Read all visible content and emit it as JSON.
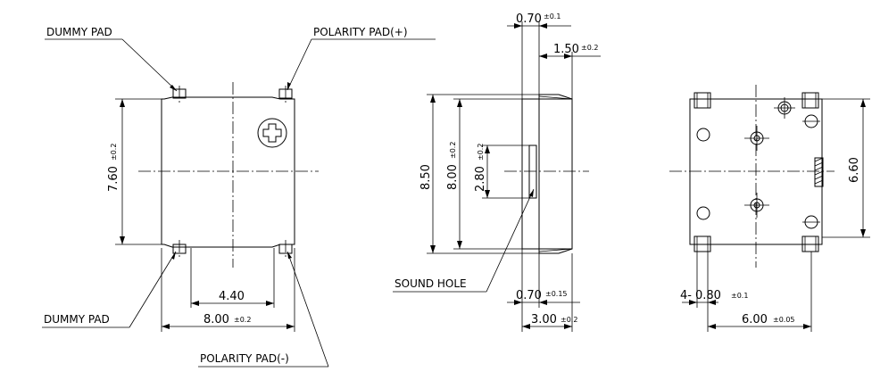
{
  "labels": {
    "dummy_pad_top": "DUMMY PAD",
    "polarity_pad_plus": "POLARITY PAD(+)",
    "dummy_pad_bottom": "DUMMY PAD",
    "polarity_pad_minus": "POLARITY PAD(-)",
    "sound_hole": "SOUND HOLE"
  },
  "dimensions": {
    "front": {
      "height": {
        "value": "7.60",
        "tol": "±0.2"
      },
      "pad_spacing": {
        "value": "4.40"
      },
      "width": {
        "value": "8.00",
        "tol": "±0.2"
      }
    },
    "side": {
      "top_offset": {
        "value": "0.70",
        "tol": "±0.1"
      },
      "rim": {
        "value": "1.50",
        "tol": "±0.2"
      },
      "overall_height": {
        "value": "8.50"
      },
      "body_height": {
        "value": "8.00",
        "tol": "±0.2"
      },
      "hole_height": {
        "value": "2.80",
        "tol": "±0.2"
      },
      "bottom_offset": {
        "value": "0.70",
        "tol": "±0.15"
      },
      "depth": {
        "value": "3.00",
        "tol": "±0.2"
      }
    },
    "bottom": {
      "pad_width": {
        "prefix": "4-",
        "value": "0.80",
        "tol": "±0.1"
      },
      "pad_pitch": {
        "value": "6.00",
        "tol": "±0.05"
      },
      "pad_span": {
        "value": "6.60"
      }
    }
  },
  "symbols": {
    "polarity_mark": "plus-in-circle-icon"
  }
}
